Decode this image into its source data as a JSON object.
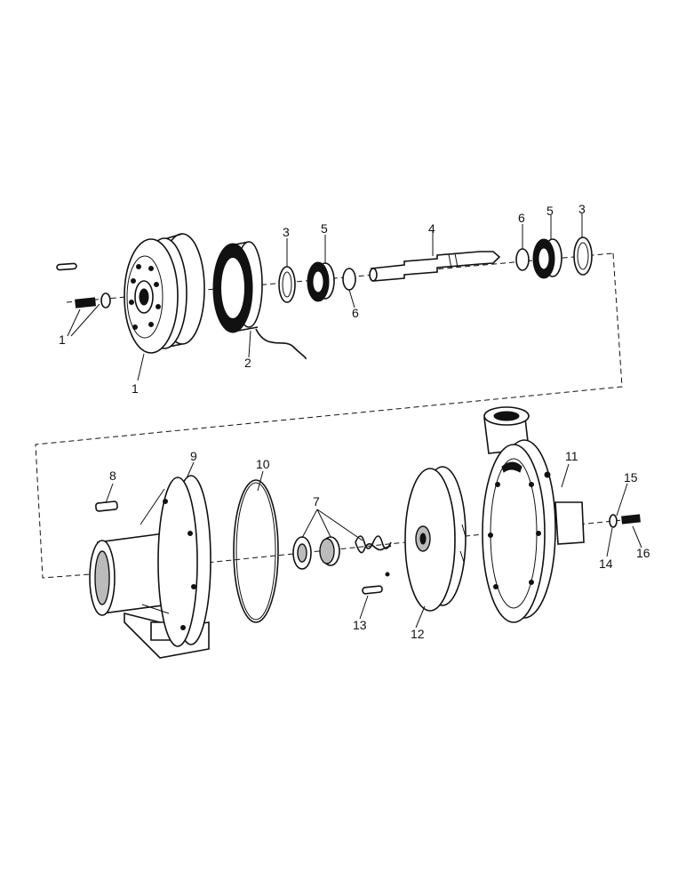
{
  "callouts": [
    "1",
    "1",
    "2",
    "3",
    "5",
    "6",
    "4",
    "6",
    "5",
    "3",
    "8",
    "9",
    "10",
    "7",
    "11",
    "15",
    "14",
    "16",
    "13",
    "12"
  ]
}
